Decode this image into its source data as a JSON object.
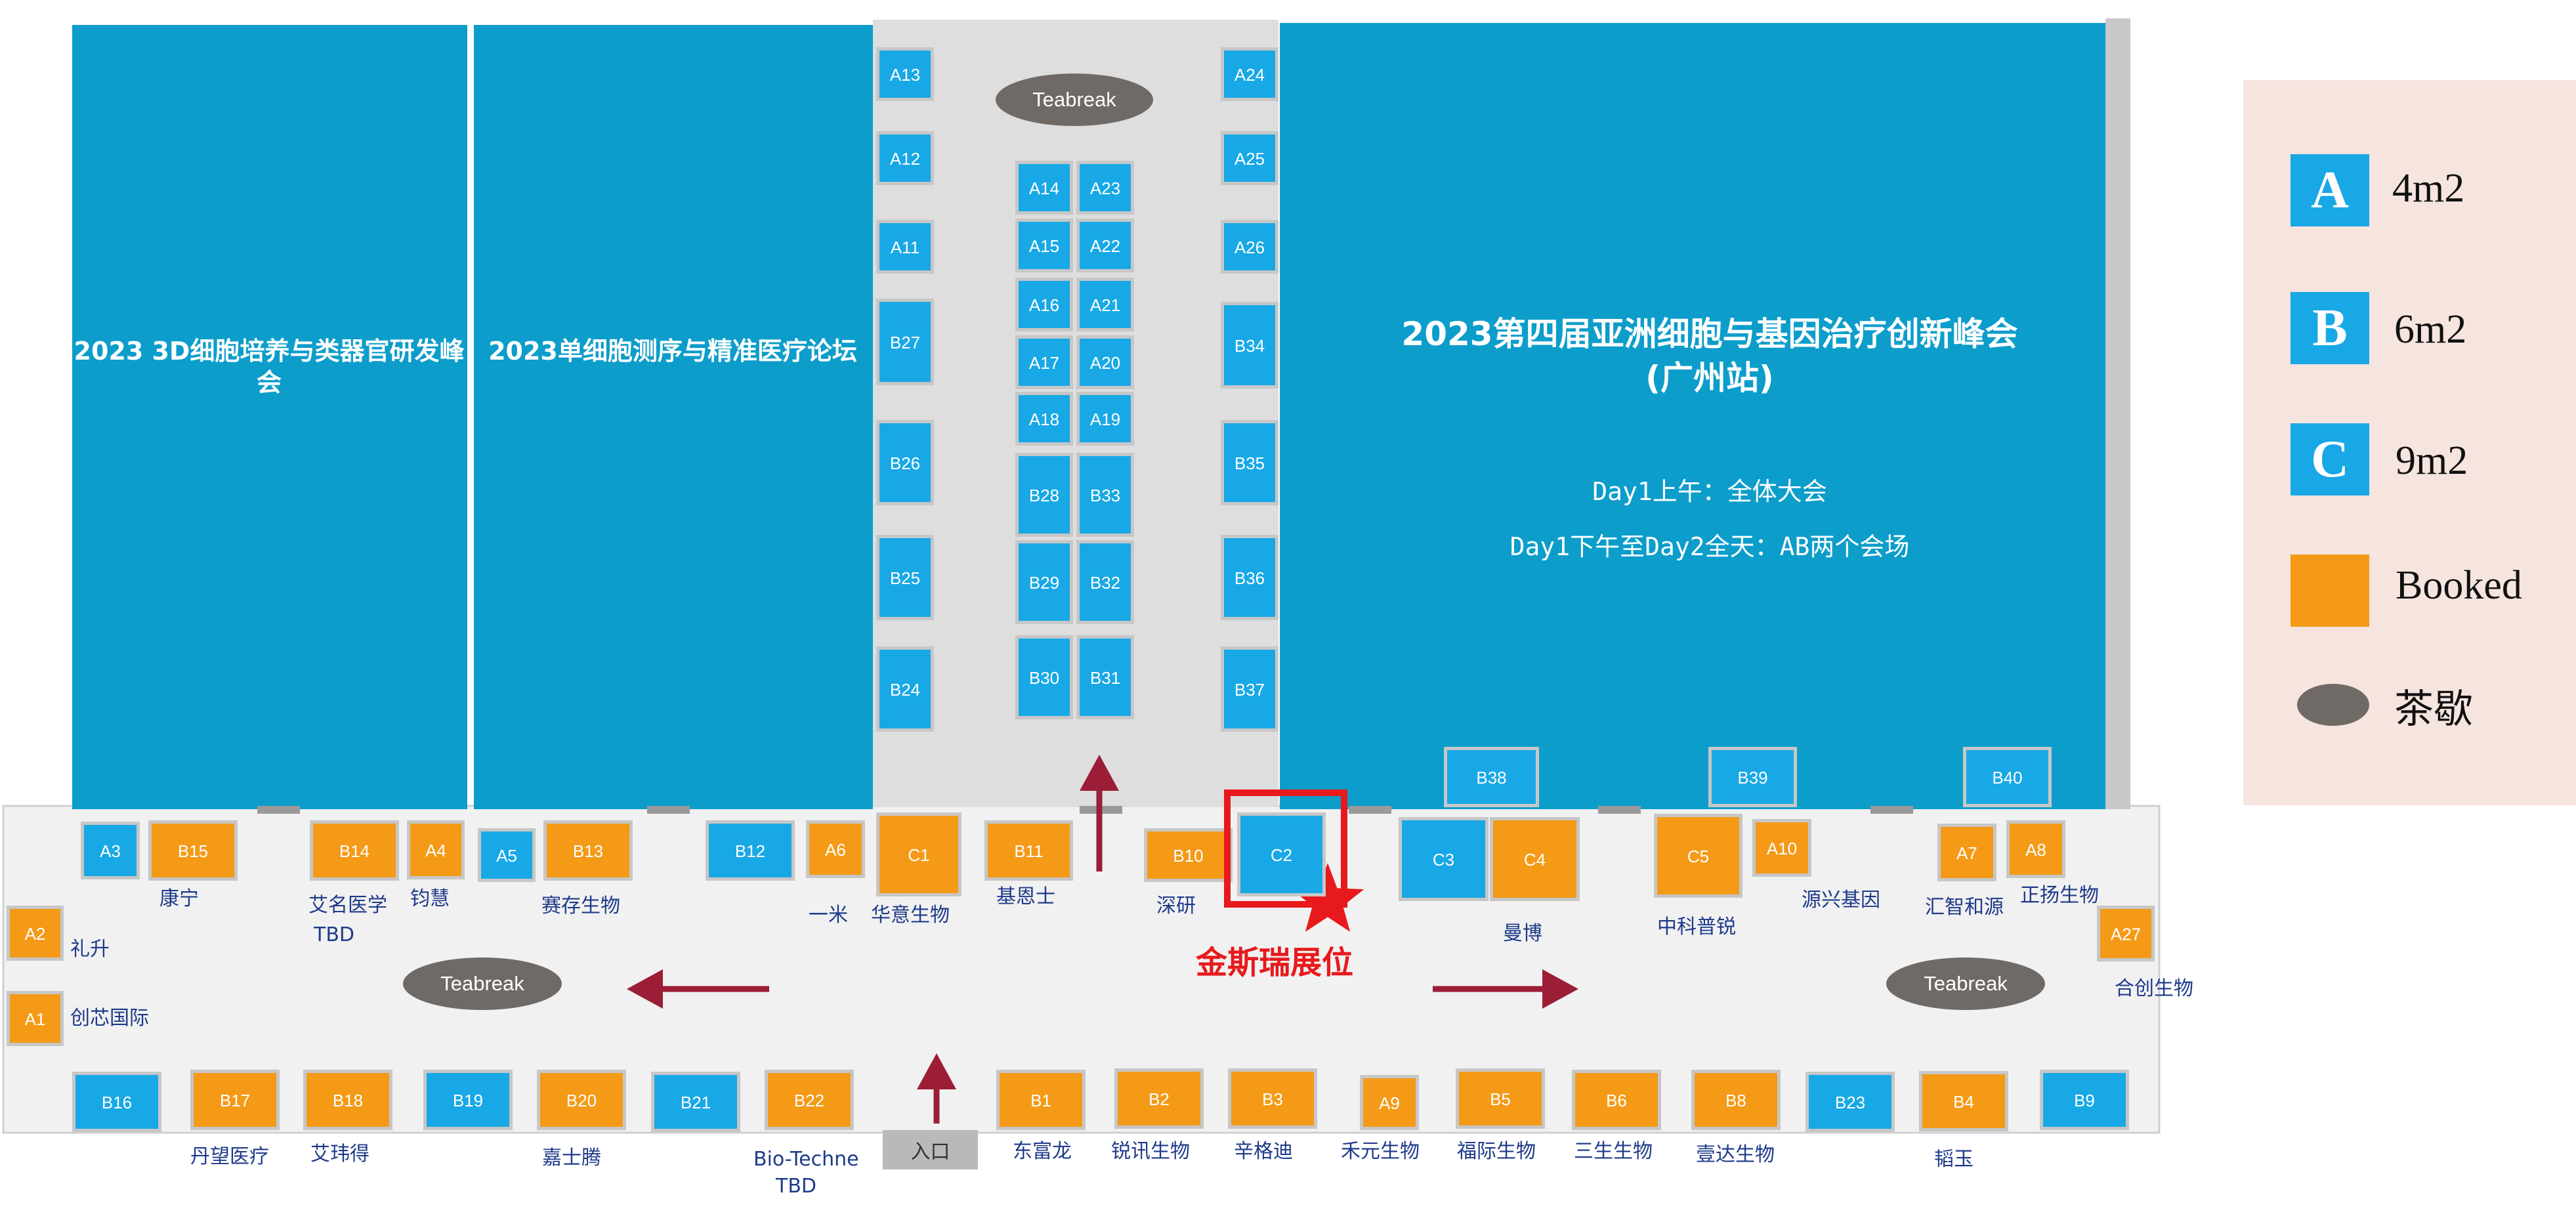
{
  "colors": {
    "hall": "#0c9dcb",
    "booth_free": "#18a8e6",
    "booth_booked": "#f49a17",
    "corridor": "#f1f1f1",
    "center_corridor": "#dedede",
    "teabreak": "#6f6a66",
    "label": "#1e3a8a",
    "arrow": "#9b1e36",
    "highlight": "#e8191c",
    "legend_bg": "#f6e4df"
  },
  "halls": {
    "left1": "2023 3D细胞培养与类器官研发峰会",
    "left2": "2023单细胞测序与精准医疗论坛",
    "main_title_1": "2023第四届亚洲细胞与基因治疗创新峰会",
    "main_title_2": "(广州站)",
    "main_day1": "Day1上午：全体大会",
    "main_day2": "Day1下午至Day2全天：AB两个会场"
  },
  "teabreak_label": "Teabreak",
  "entrance": "入口",
  "promo_label": "金斯瑞展位",
  "legend": [
    {
      "glyph": "A",
      "text": "4m2",
      "kind": "free"
    },
    {
      "glyph": "B",
      "text": "6m2",
      "kind": "free"
    },
    {
      "glyph": "C",
      "text": "9m2",
      "kind": "free"
    },
    {
      "glyph": "",
      "text": "Booked",
      "kind": "booked"
    },
    {
      "glyph": "",
      "text": "茶歇",
      "kind": "tea"
    }
  ],
  "booths": [
    {
      "id": "A13",
      "booked": false
    },
    {
      "id": "A12",
      "booked": false
    },
    {
      "id": "A11",
      "booked": false
    },
    {
      "id": "B27",
      "booked": false
    },
    {
      "id": "B26",
      "booked": false
    },
    {
      "id": "B25",
      "booked": false
    },
    {
      "id": "B24",
      "booked": false
    },
    {
      "id": "A24",
      "booked": false
    },
    {
      "id": "A25",
      "booked": false
    },
    {
      "id": "A26",
      "booked": false
    },
    {
      "id": "B34",
      "booked": false
    },
    {
      "id": "B35",
      "booked": false
    },
    {
      "id": "B36",
      "booked": false
    },
    {
      "id": "B37",
      "booked": false
    },
    {
      "id": "A14",
      "booked": false
    },
    {
      "id": "A23",
      "booked": false
    },
    {
      "id": "A15",
      "booked": false
    },
    {
      "id": "A22",
      "booked": false
    },
    {
      "id": "A16",
      "booked": false
    },
    {
      "id": "A21",
      "booked": false
    },
    {
      "id": "A17",
      "booked": false
    },
    {
      "id": "A20",
      "booked": false
    },
    {
      "id": "A18",
      "booked": false
    },
    {
      "id": "A19",
      "booked": false
    },
    {
      "id": "B28",
      "booked": false
    },
    {
      "id": "B33",
      "booked": false
    },
    {
      "id": "B29",
      "booked": false
    },
    {
      "id": "B32",
      "booked": false
    },
    {
      "id": "B30",
      "booked": false
    },
    {
      "id": "B31",
      "booked": false
    },
    {
      "id": "B38",
      "booked": false
    },
    {
      "id": "B39",
      "booked": false
    },
    {
      "id": "B40",
      "booked": false
    },
    {
      "id": "A3",
      "booked": false
    },
    {
      "id": "B15",
      "booked": true
    },
    {
      "id": "B14",
      "booked": true
    },
    {
      "id": "A4",
      "booked": true
    },
    {
      "id": "A5",
      "booked": false
    },
    {
      "id": "B13",
      "booked": true
    },
    {
      "id": "B12",
      "booked": false
    },
    {
      "id": "A6",
      "booked": true
    },
    {
      "id": "C1",
      "booked": true
    },
    {
      "id": "B11",
      "booked": true
    },
    {
      "id": "B10",
      "booked": true
    },
    {
      "id": "C2",
      "booked": false
    },
    {
      "id": "C3",
      "booked": false
    },
    {
      "id": "C4",
      "booked": true
    },
    {
      "id": "C5",
      "booked": true
    },
    {
      "id": "A10",
      "booked": true
    },
    {
      "id": "A7",
      "booked": true
    },
    {
      "id": "A8",
      "booked": true
    },
    {
      "id": "A2",
      "booked": true
    },
    {
      "id": "A1",
      "booked": true
    },
    {
      "id": "A27",
      "booked": true
    },
    {
      "id": "B16",
      "booked": false
    },
    {
      "id": "B17",
      "booked": true
    },
    {
      "id": "B18",
      "booked": true
    },
    {
      "id": "B19",
      "booked": false
    },
    {
      "id": "B20",
      "booked": true
    },
    {
      "id": "B21",
      "booked": false
    },
    {
      "id": "B22",
      "booked": true
    },
    {
      "id": "B1",
      "booked": true
    },
    {
      "id": "B2",
      "booked": true
    },
    {
      "id": "B3",
      "booked": true
    },
    {
      "id": "A9",
      "booked": true
    },
    {
      "id": "B5",
      "booked": true
    },
    {
      "id": "B6",
      "booked": true
    },
    {
      "id": "B8",
      "booked": true
    },
    {
      "id": "B23",
      "booked": false
    },
    {
      "id": "B4",
      "booked": true
    },
    {
      "id": "B9",
      "booked": false
    }
  ],
  "exhibitor_labels": [
    "康宁",
    "艾名医学",
    "TBD",
    "钧慧",
    "赛存生物",
    "一米",
    "华意生物",
    "基恩士",
    "深研",
    "曼博",
    "中科普锐",
    "源兴基因",
    "汇智和源",
    "正扬生物",
    "礼升",
    "创芯国际",
    "合创生物",
    "丹望医疗",
    "艾玮得",
    "嘉士腾",
    "Bio-Techne",
    "TBD",
    "东富龙",
    "锐讯生物",
    "辛格迪",
    "禾元生物",
    "福际生物",
    "三生生物",
    "壹达生物",
    "韬玉"
  ]
}
